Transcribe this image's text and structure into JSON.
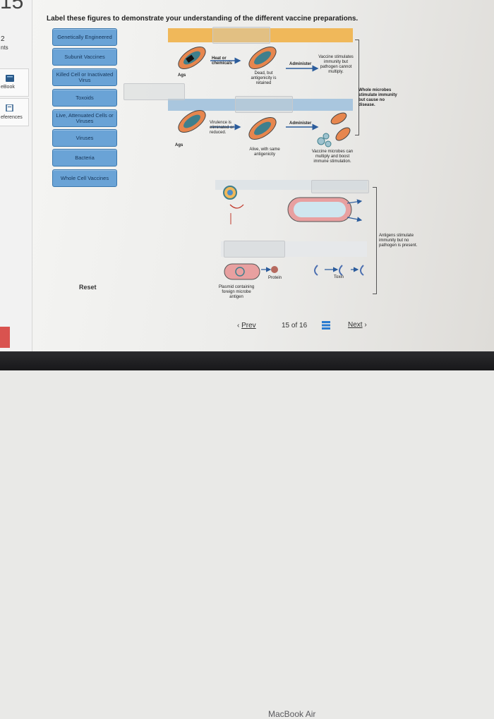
{
  "sidebar": {
    "question_number": "15",
    "points_value": "2",
    "points_label": "nts",
    "ebook_label": "eBook",
    "references_label": "eferences"
  },
  "title": "Label these figures to demonstrate your understanding of the different vaccine preparations.",
  "labels": [
    "Genetically Engineered",
    "Subunit Vaccines",
    "Killed Cell or Inactivated Virus",
    "Toxoids",
    "Live, Attenuated Cells or Viruses",
    "Viruses",
    "Bacteria",
    "Whole Cell Vaccines"
  ],
  "reset_label": "Reset",
  "figure": {
    "heat_or_chemicals": "Heat or chemicals",
    "ags_1": "Ags",
    "dead_text": "Dead, but antigenicity is retained",
    "administer_1": "Administer",
    "vaccine_stimulates": "Vaccine stimulates immunity but pathogen cannot multiply.",
    "whole_microbes": "Whole microbes stimulate immunity but cause no disease.",
    "virulence": "Virulence is eliminated or reduced.",
    "ags_2": "Ags",
    "alive_text": "Alive, with same antigenicity",
    "administer_2": "Administer",
    "vaccine_microbes": "Vaccine microbes can multiply and boost immune stimulation.",
    "antigens_stimulate": "Antigens stimulate immunity but no pathogen is present.",
    "protein": "Protein",
    "toxin": "Toxin",
    "plasmid": "Plasmid containing foreign microbe antigen"
  },
  "nav": {
    "prev": "Prev",
    "page_current": "15",
    "page_sep": "of",
    "page_total": "16",
    "next": "Next"
  },
  "device_label": "MacBook Air",
  "colors": {
    "label_button": "#6aa3d6",
    "band_top": "#f0b85a",
    "band_mid": "#a9c6de",
    "bacterium": "#e7864e",
    "virus_teal": "#3f7f8c",
    "accent_link": "#2a7bd0"
  }
}
